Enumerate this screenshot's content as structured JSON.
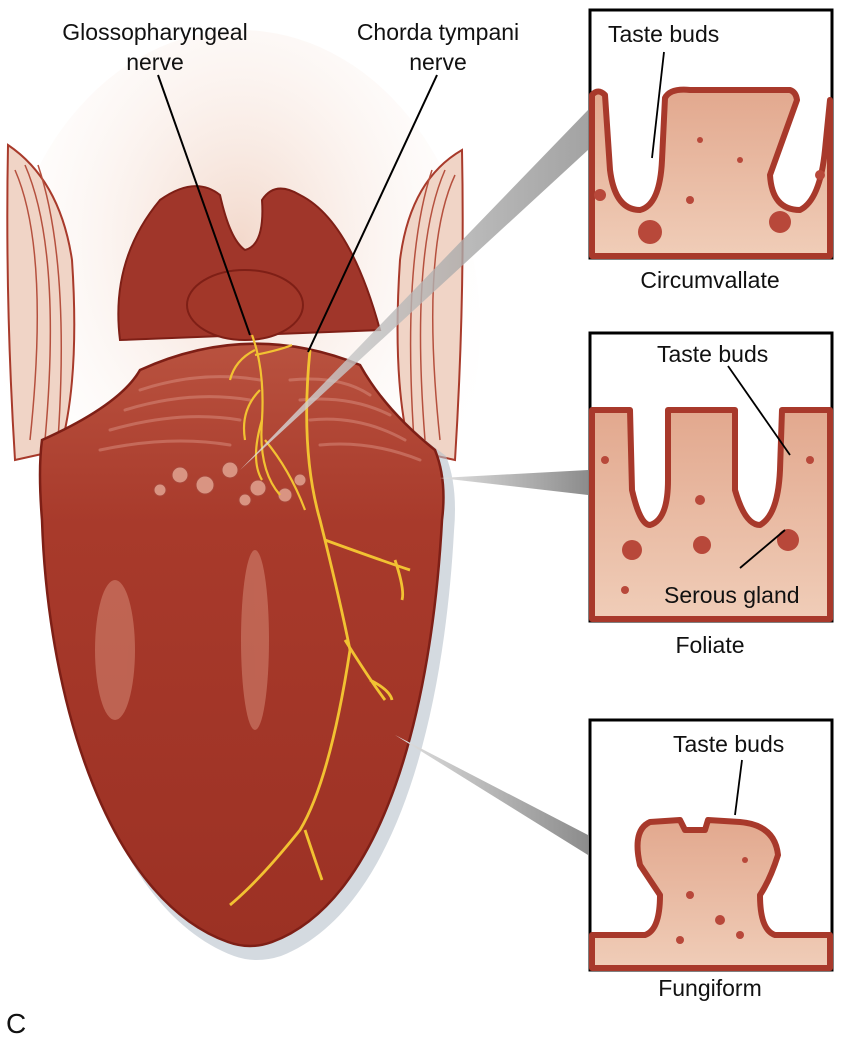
{
  "figure_letter": "C",
  "labels": {
    "glossopharyngeal_line1": "Glossopharyngeal",
    "glossopharyngeal_line2": "nerve",
    "chorda_line1": "Chorda tympani",
    "chorda_line2": "nerve"
  },
  "insets": {
    "circumvallate": {
      "title": "Circumvallate",
      "callout": "Taste buds"
    },
    "foliate": {
      "title": "Foliate",
      "callout": "Taste buds",
      "callout2": "Serous gland"
    },
    "fungiform": {
      "title": "Fungiform",
      "callout": "Taste buds"
    }
  },
  "colors": {
    "tongue": "#a8392b",
    "tongue_dark": "#7e1f16",
    "tissue": "#ebbfa5",
    "nerve": "#f2c232",
    "wedge": "#9a9a9a"
  }
}
